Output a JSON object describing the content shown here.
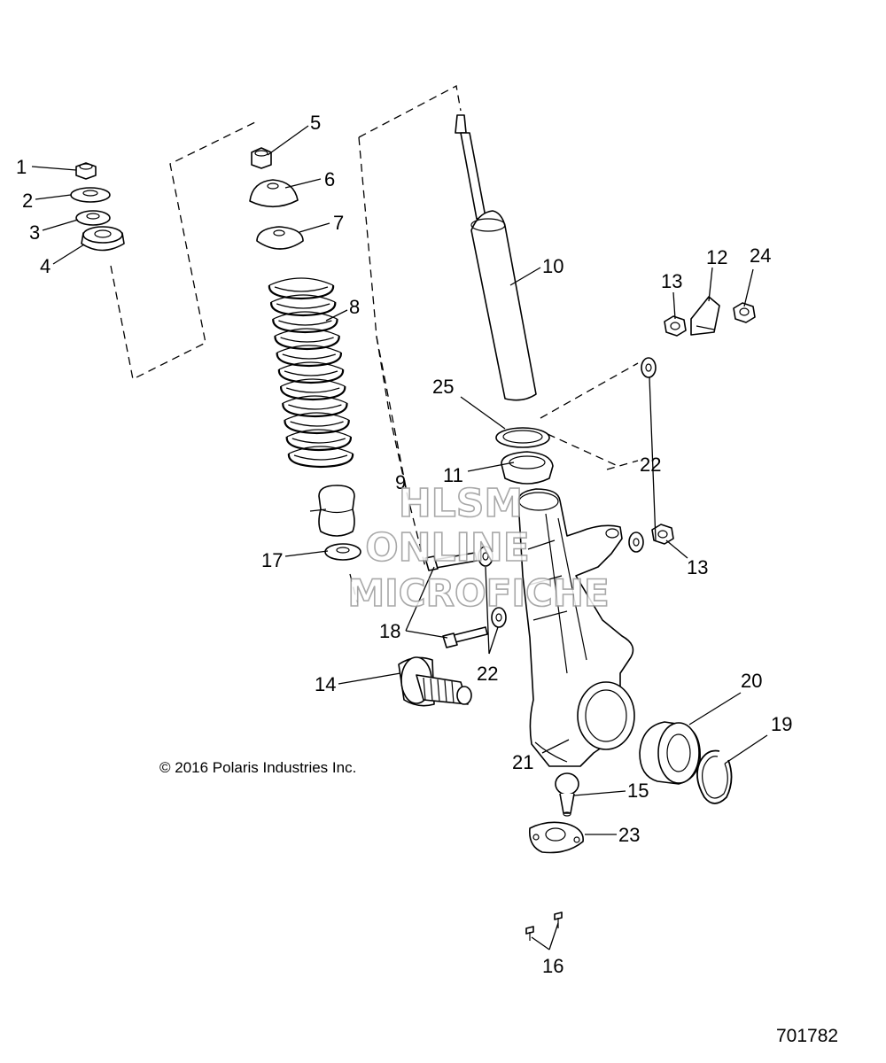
{
  "diagram": {
    "copyright": "© 2016 Polaris Industries Inc.",
    "doc_number": "701782",
    "watermark": [
      "HLSM",
      "ONLINE",
      "MICROFICHE"
    ],
    "callouts": {
      "c1": "1",
      "c2": "2",
      "c3": "3",
      "c4": "4",
      "c5": "5",
      "c6": "6",
      "c7": "7",
      "c8": "8",
      "c9": "9",
      "c10": "10",
      "c11": "11",
      "c12": "12",
      "c13a": "13",
      "c13b": "13",
      "c14": "14",
      "c15": "15",
      "c16": "16",
      "c17": "17",
      "c18": "18",
      "c19": "19",
      "c20": "20",
      "c21": "21",
      "c22a": "22",
      "c22b": "22",
      "c23": "23",
      "c24": "24",
      "c25": "25"
    }
  }
}
